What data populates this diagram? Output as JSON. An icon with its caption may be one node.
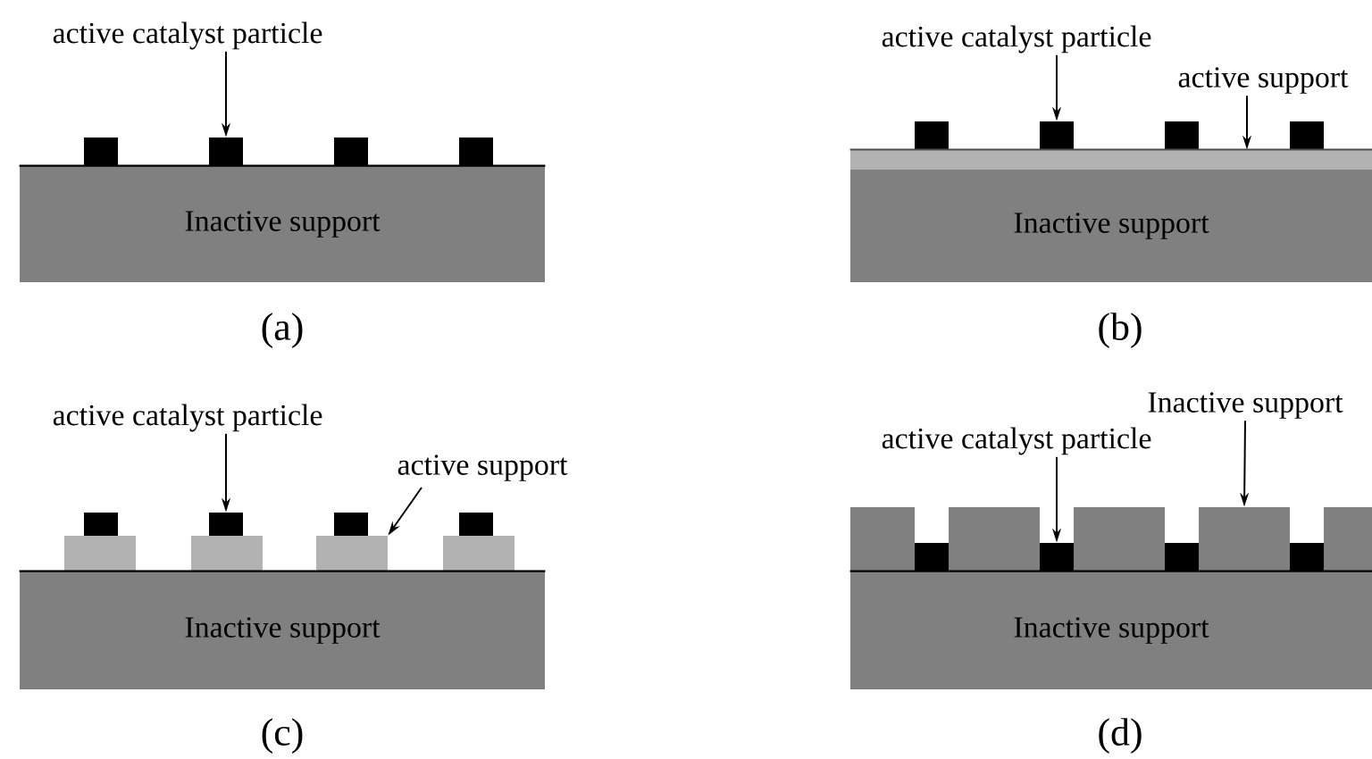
{
  "diagram": {
    "nodes": [
      {
        "text": [
          "active catalyst particle"
        ]
      },
      {
        "text": [],
        "shape": "box"
      },
      {
        "text": [],
        "shape": "box"
      },
      {
        "text": [],
        "shape": "box"
      },
      {
        "text": [],
        "shape": "box"
      },
      {
        "text": [
          "Inactive support"
        ]
      },
      {
        "text": [
          "active catalyst particle"
        ]
      },
      {
        "text": [
          "active support"
        ]
      },
      {
        "text": [],
        "shape": "box"
      },
      {
        "text": [],
        "shape": "box"
      },
      {
        "text": [],
        "shape": "box"
      },
      {
        "text": [],
        "shape": "box"
      },
      {
        "text": [],
        "shape": "bar"
      },
      {
        "text": [
          "Inactive support"
        ]
      },
      {
        "text": [
          "active catalyst particle"
        ]
      },
      {
        "text": [
          "active support"
        ]
      },
      {
        "text": [],
        "shape": "box"
      },
      {
        "text": [],
        "shape": "box"
      },
      {
        "text": [],
        "shape": "box"
      },
      {
        "text": [],
        "shape": "box"
      },
      {
        "text": [],
        "shape": "box"
      },
      {
        "text": [],
        "shape": "box"
      },
      {
        "text": [],
        "shape": "box"
      },
      {
        "text": [],
        "shape": "box"
      },
      {
        "text": [
          "Inactive support"
        ]
      },
      {
        "text": [
          "Inactive support"
        ]
      },
      {
        "text": [
          "active catalyst particle"
        ]
      },
      {
        "text": [],
        "shape": "box"
      },
      {
        "text": [],
        "shape": "box"
      },
      {
        "text": [],
        "shape": "box"
      },
      {
        "text": [],
        "shape": "box"
      },
      {
        "text": [],
        "shape": "box"
      },
      {
        "text": [],
        "shape": "box"
      },
      {
        "text": [],
        "shape": "box"
      },
      {
        "text": [],
        "shape": "box"
      },
      {
        "text": [],
        "shape": "box"
      },
      {
        "text": [
          "Inactive support"
        ]
      }
    ],
    "edges": [
      {
        "from": 0,
        "to": 2,
        "arrow": "to"
      },
      {
        "from": 6,
        "to": 9,
        "arrow": "to"
      },
      {
        "from": 7,
        "to": 12,
        "arrow": "to"
      },
      {
        "from": 14,
        "to": 17,
        "arrow": "to"
      },
      {
        "from": 15,
        "to": 22,
        "arrow": "to"
      },
      {
        "from": 25,
        "to": 30,
        "arrow": "to"
      },
      {
        "from": 26,
        "to": 33,
        "arrow": "to"
      }
    ],
    "labels": [
      "(a)",
      "(b)",
      "(c)",
      "(d)"
    ]
  }
}
